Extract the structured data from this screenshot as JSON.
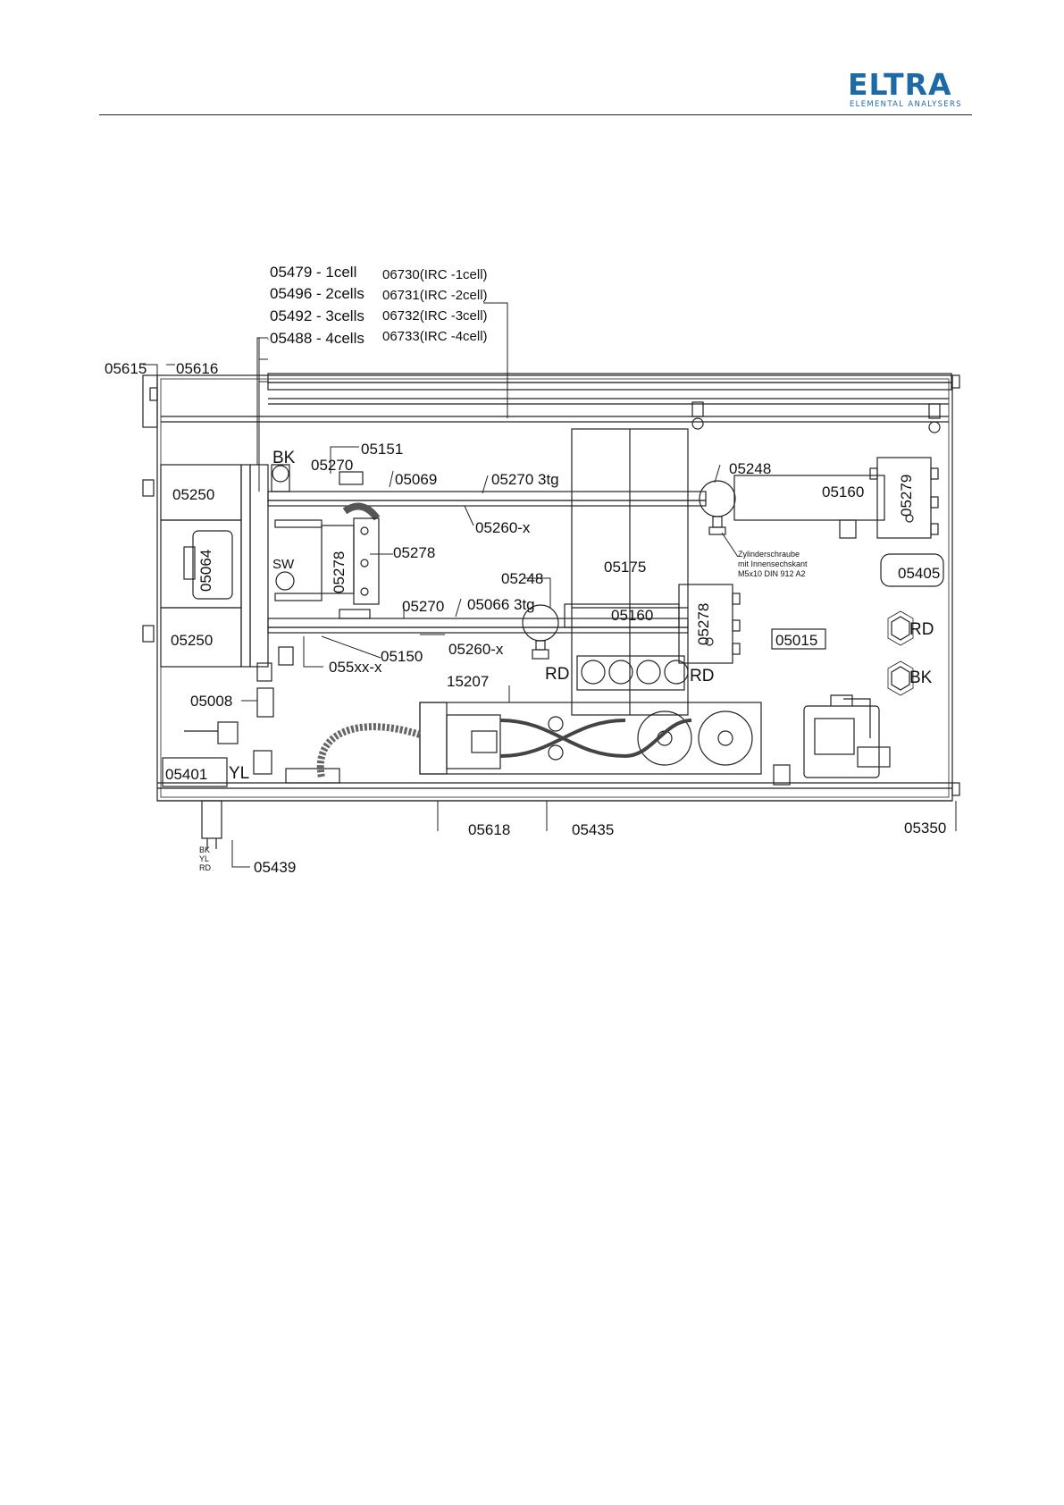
{
  "header": {
    "logo_text": "ELTRA",
    "logo_subtitle": "ELEMENTAL ANALYSERS"
  },
  "colors": {
    "brand": "#1d6aa6",
    "line": "#222222"
  },
  "diagram": {
    "cell_variants": [
      "05479 - 1cell",
      "05496 - 2cells",
      "05492 - 3cells",
      "05488 - 4cells"
    ],
    "irc_variants": [
      "06730(IRC -1cell)",
      "06731(IRC -2cell)",
      "06732(IRC -3cell)",
      "06733(IRC -4cell)"
    ],
    "parts": {
      "p05615": "05615",
      "p05616": "05616",
      "bk_top": "BK",
      "p05270_a": "05270",
      "p05151": "05151",
      "p05069": "05069",
      "p05270_3tg": "05270 3tg",
      "p05248_a": "05248",
      "p05160_a": "05160",
      "p05279": "05279",
      "p05250_a": "05250",
      "p05260x_a": "05260-x",
      "p05064": "05064",
      "p05278_a": "05278",
      "p05278_b": "05278",
      "sw": "SW",
      "p05175": "05175",
      "screw_line1": "Zylinderschraube",
      "screw_line2": "mit Innensechskant",
      "screw_line3": "M5x10 DIN 912 A2",
      "p05405": "05405",
      "p05248_b": "05248",
      "p05270_b": "05270",
      "p05066_3tg": "05066 3tg",
      "p05160_b": "05160",
      "p05278_c": "05278",
      "rd_right": "RD",
      "p05015": "05015",
      "p05250_b": "05250",
      "p05260x_b": "05260-x",
      "p05150": "05150",
      "p055xx": "055xx-x",
      "rd_mid": "RD",
      "rd_mid2": "RD",
      "bk_right": "BK",
      "p15207": "15207",
      "p05008": "05008",
      "p05401": "05401",
      "yl": "YL",
      "p05618": "05618",
      "p05435": "05435",
      "p05350": "05350",
      "p05439": "05439",
      "wire_bk": "BK",
      "wire_yl": "YL",
      "wire_rd": "RD"
    }
  }
}
